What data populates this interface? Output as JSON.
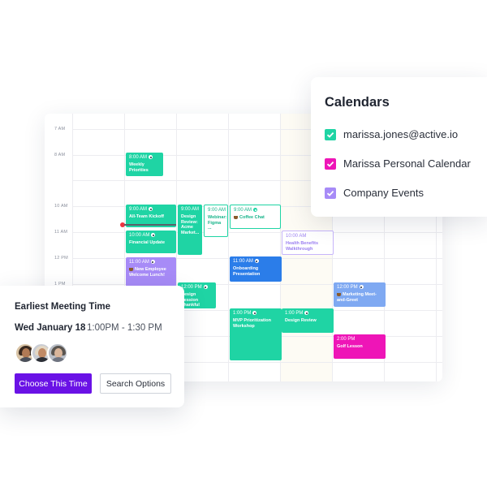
{
  "calendar_grid": {
    "time_labels": [
      "7 AM",
      "8 AM",
      "10 AM",
      "11 AM",
      "12 PM",
      "1 PM"
    ],
    "events": [
      {
        "time": "8:00 AM",
        "name": "Weekly Priorities"
      },
      {
        "time": "9:00 AM",
        "name": "All-Team Kickoff"
      },
      {
        "time": "10:00 AM",
        "name": "Financial Update"
      },
      {
        "time": "11:00 AM",
        "name": "New Employee Welcome Lunch!"
      },
      {
        "time": "9:00 AM",
        "name": "Design Review: Acme Market..."
      },
      {
        "time": "12:00 PM",
        "name": "Design Session Thankful Lunch"
      },
      {
        "time": "9:00 AM",
        "name": "Webinar: Figma ..."
      },
      {
        "time": "9:00 AM",
        "name": "Coffee Chat"
      },
      {
        "time": "11:00 AM",
        "name": "Onboarding Presentation"
      },
      {
        "time": "1:00 PM",
        "name": "MVP Prioritization Workshop"
      },
      {
        "time": "10:00 AM",
        "name": "Health Benefits Walkthrough"
      },
      {
        "time": "1:00 PM",
        "name": "Design Review"
      },
      {
        "time": "12:00 PM",
        "name": "Marketing Meet-and-Greet"
      },
      {
        "time": "2:00 PM",
        "name": "Golf Lesson"
      }
    ]
  },
  "calendars_panel": {
    "title": "Calendars",
    "items": [
      {
        "label": "marissa.jones@active.io",
        "color": "#1fd4a4",
        "checked": true
      },
      {
        "label": "Marissa Personal Calendar",
        "color": "#ee15b7",
        "checked": true
      },
      {
        "label": "Company Events",
        "color": "#a78bf7",
        "checked": true
      }
    ]
  },
  "meeting_panel": {
    "title": "Earliest Meeting Time",
    "date": "Wed January 18",
    "time_range": "1:00PM - 1:30 PM",
    "attendees": [
      "attendee-1",
      "attendee-2",
      "attendee-3"
    ],
    "primary_button": "Choose This Time",
    "secondary_button": "Search Options"
  },
  "colors": {
    "green": "#1fd4a4",
    "blue": "#2b7de9",
    "purple": "#a78bf7",
    "magenta": "#ee15b7",
    "primary_button": "#6a12e6"
  }
}
